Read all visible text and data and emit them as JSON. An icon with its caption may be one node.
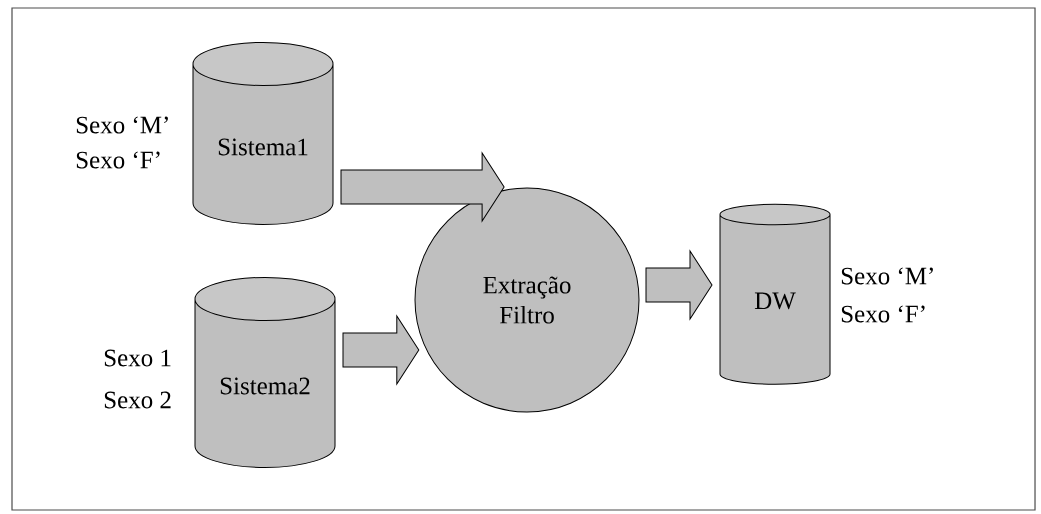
{
  "diagram": {
    "nodes": [
      {
        "text": [
          "Sistema1"
        ],
        "beside": [
          "Sexo ‘M’",
          "Sexo ‘F’"
        ]
      },
      {
        "text": [
          "Sistema2"
        ],
        "beside": [
          "Sexo 1",
          "Sexo 2"
        ]
      },
      {
        "text": [
          "Extração Filtro"
        ]
      },
      {
        "text": [
          "DW"
        ],
        "beside": [
          "Sexo ‘M’",
          "Sexo ‘F’"
        ]
      }
    ],
    "edges": [
      {
        "from": 0,
        "to": 2,
        "arrow": "to"
      },
      {
        "from": 1,
        "to": 2,
        "arrow": "to"
      },
      {
        "from": 2,
        "to": 3,
        "arrow": "to"
      }
    ]
  }
}
